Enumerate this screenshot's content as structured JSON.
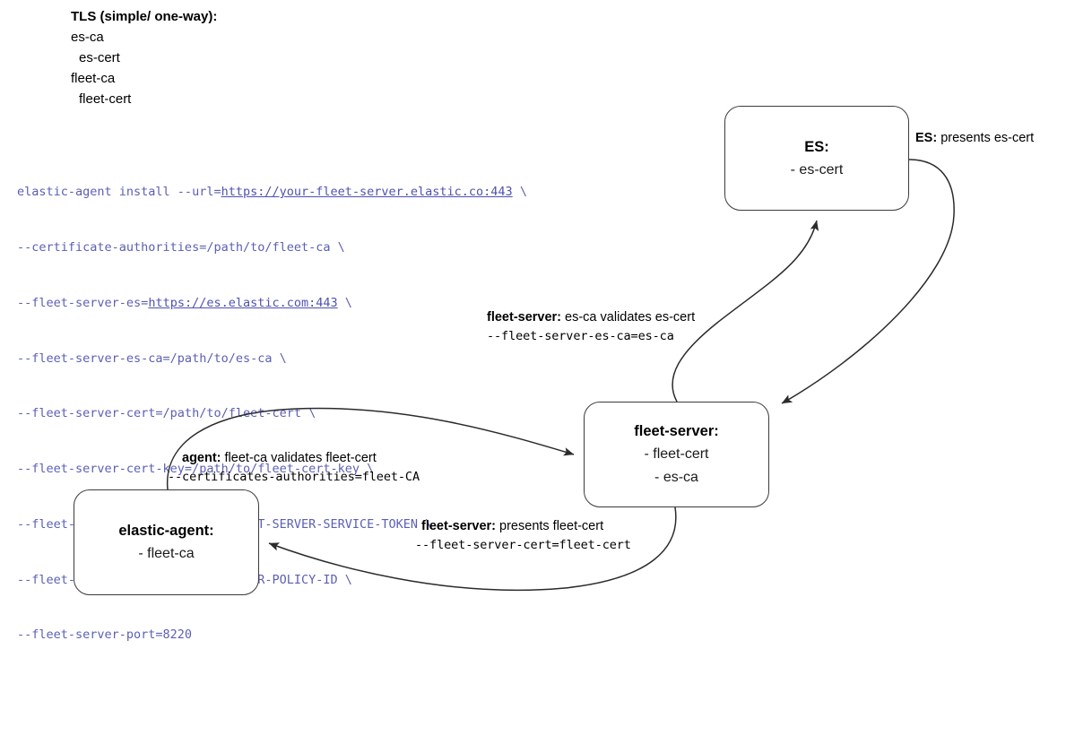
{
  "legend": {
    "title": "TLS (simple/ one-way):",
    "rows": [
      {
        "text": "es-ca",
        "indent": false
      },
      {
        "text": "es-cert",
        "indent": true
      },
      {
        "text": "fleet-ca",
        "indent": false
      },
      {
        "text": "fleet-cert",
        "indent": true
      }
    ]
  },
  "command": {
    "line1_pre": "elastic-agent install --url=",
    "line1_url": "https://your-fleet-server.elastic.co:443",
    "line1_post": " \\",
    "line2": "--certificate-authorities=/path/to/fleet-ca \\",
    "line3_pre": "--fleet-server-es=",
    "line3_url": "https://es.elastic.com:443",
    "line3_post": " \\",
    "line4": "--fleet-server-es-ca=/path/to/es-ca \\",
    "line5": "--fleet-server-cert=/path/to/fleet-cert \\",
    "line6": "--fleet-server-cert-key=/path/to/fleet-cert-key \\",
    "line7": "--fleet-server-service-token=FLEET-SERVER-SERVICE-TOKEN \\",
    "line8": "--fleet-server-policy=FLEET-SERVER-POLICY-ID \\",
    "line9": "--fleet-server-port=8220"
  },
  "nodes": {
    "es": {
      "title": "ES:",
      "line1": "- es-cert"
    },
    "fleet_server": {
      "title": "fleet-server:",
      "line1": "- fleet-cert",
      "line2": "- es-ca"
    },
    "elastic_agent": {
      "title": "elastic-agent:",
      "line1": "- fleet-ca"
    }
  },
  "edge_labels": {
    "es_presents": {
      "strong": "ES:",
      "text": " presents es-cert"
    },
    "fleet_validates": {
      "strong": "fleet-server:",
      "text": " es-ca validates es-cert",
      "mono": "--fleet-server-es-ca=es-ca"
    },
    "agent_validates": {
      "strong": "agent:",
      "text": " fleet-ca validates fleet-cert",
      "mono": "--certificates-authorities=fleet-CA"
    },
    "fleet_presents": {
      "strong": "fleet-server:",
      "text": " presents fleet-cert",
      "mono": "--fleet-server-cert=fleet-cert"
    }
  },
  "colors": {
    "command_text": "#5b5fb5",
    "node_border": "#3b3b3b",
    "edge_stroke": "#2b2b2b",
    "text": "#000000",
    "background": "#ffffff"
  }
}
